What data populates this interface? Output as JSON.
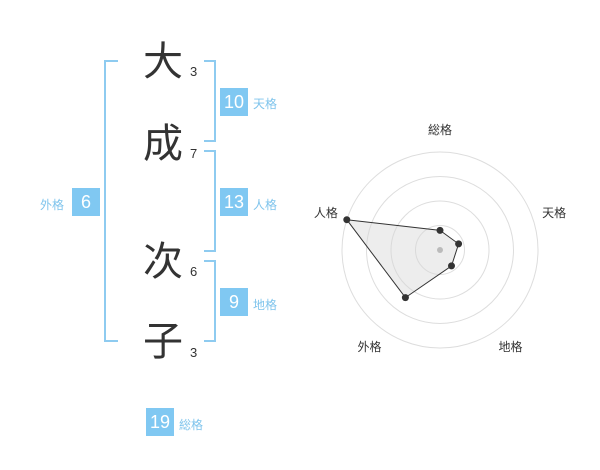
{
  "name_chars": [
    {
      "char": "大",
      "strokes": "3"
    },
    {
      "char": "成",
      "strokes": "7"
    },
    {
      "char": "次",
      "strokes": "6"
    },
    {
      "char": "子",
      "strokes": "3"
    }
  ],
  "kaku": {
    "tenkaku": {
      "value": "10",
      "label": "天格"
    },
    "jinkaku": {
      "value": "13",
      "label": "人格"
    },
    "chikaku": {
      "value": "9",
      "label": "地格"
    },
    "gaikaku": {
      "value": "6",
      "label": "外格"
    },
    "soukaku": {
      "value": "19",
      "label": "総格"
    }
  },
  "colors": {
    "accent": "#80c8f2",
    "bracket": "#8ecbf0",
    "label": "#7fc4ec"
  },
  "chart_data": {
    "type": "radar",
    "categories": [
      "総格",
      "天格",
      "地格",
      "外格",
      "人格"
    ],
    "values": [
      1,
      1,
      1,
      3,
      5
    ],
    "rmax": 5,
    "rings": 4,
    "grid": true
  }
}
